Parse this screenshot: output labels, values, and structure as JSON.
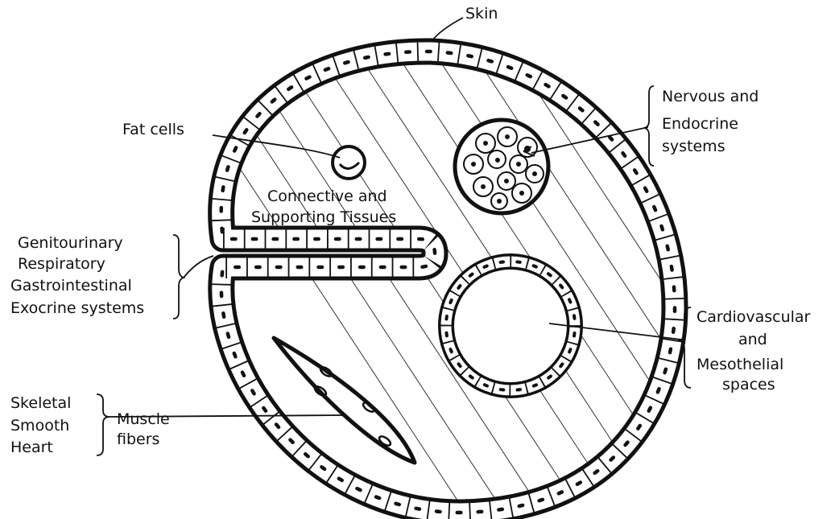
{
  "labels": {
    "skin": "Skin",
    "nervous_line1": "Nervous and",
    "nervous_line2": "Endocrine",
    "nervous_line3": "systems",
    "fat_cells": "Fat cells",
    "connective_line1": "Connective and",
    "connective_line2": "Supporting Tissues",
    "epithelial_line1": "Genitourinary",
    "epithelial_line2": "Respiratory",
    "epithelial_line3": "Gastrointestinal",
    "epithelial_line4": "Exocrine systems",
    "cardio_line1": "Cardiovascular",
    "cardio_line2": "and",
    "cardio_line3": "Mesothelial",
    "cardio_line4": "spaces",
    "muscle_type1": "Skeletal",
    "muscle_type2": "Smooth",
    "muscle_type3": "Heart",
    "muscle_line1": "Muscle",
    "muscle_line2": "fibers"
  },
  "colors": {
    "ink": "#111111",
    "paper": "#ffffff"
  }
}
